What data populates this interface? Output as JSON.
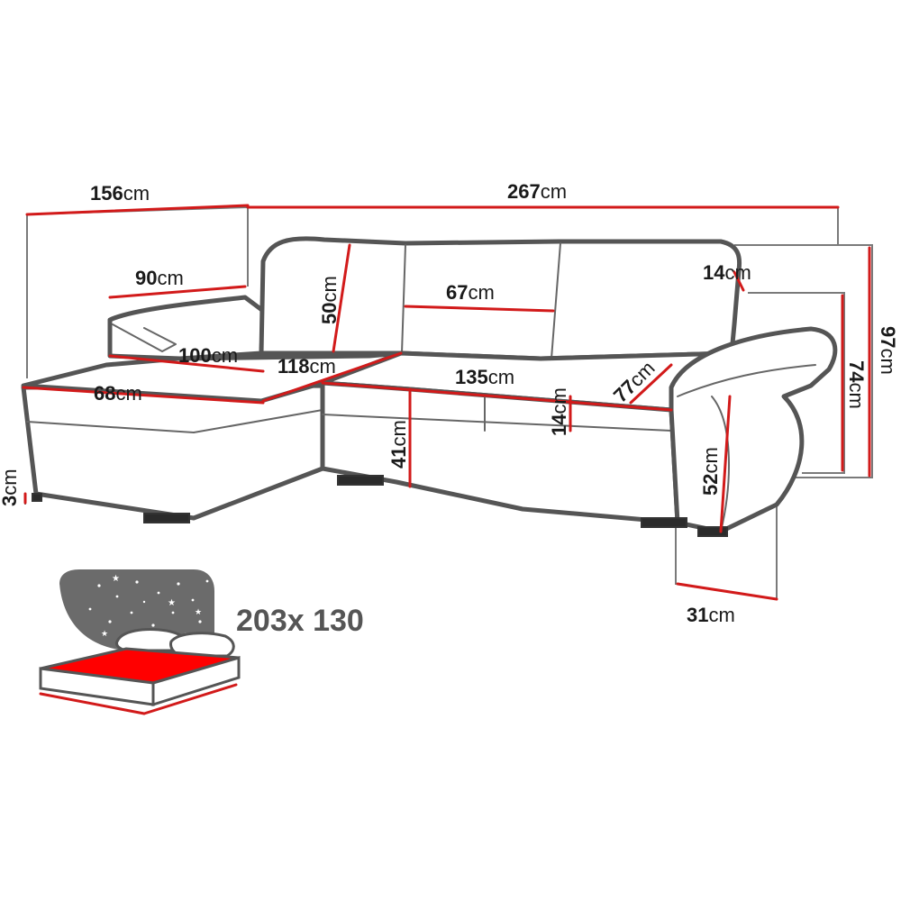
{
  "dimensions": {
    "corner_depth": {
      "value": "156",
      "unit": "cm"
    },
    "total_length": {
      "value": "267",
      "unit": "cm"
    },
    "chaise_armrest_length": {
      "value": "90",
      "unit": "cm"
    },
    "backrest_height": {
      "value": "50",
      "unit": "cm"
    },
    "cushion_width": {
      "value": "67",
      "unit": "cm"
    },
    "armrest_height": {
      "value": "14",
      "unit": "cm"
    },
    "total_height": {
      "value": "97",
      "unit": "cm"
    },
    "armrest_top_height": {
      "value": "74",
      "unit": "cm"
    },
    "chaise_length": {
      "value": "100",
      "unit": "cm"
    },
    "chaise_inner_length": {
      "value": "118",
      "unit": "cm"
    },
    "seat_length": {
      "value": "135",
      "unit": "cm"
    },
    "seat_depth": {
      "value": "77",
      "unit": "cm"
    },
    "chaise_width": {
      "value": "68",
      "unit": "cm"
    },
    "seat_height": {
      "value": "41",
      "unit": "cm"
    },
    "seat_cushion_thickness": {
      "value": "14",
      "unit": "cm"
    },
    "side_height": {
      "value": "52",
      "unit": "cm"
    },
    "leg_height": {
      "value": "3",
      "unit": "cm"
    },
    "armrest_width": {
      "value": "31",
      "unit": "cm"
    }
  },
  "sleeping_area": {
    "label": "203x 130",
    "bed_color": "#ff0000",
    "night_color": "#6b6b6b"
  },
  "colors": {
    "dimension_line": "#d21a1a",
    "outline": "#555555",
    "text": "#1a1a1a"
  }
}
